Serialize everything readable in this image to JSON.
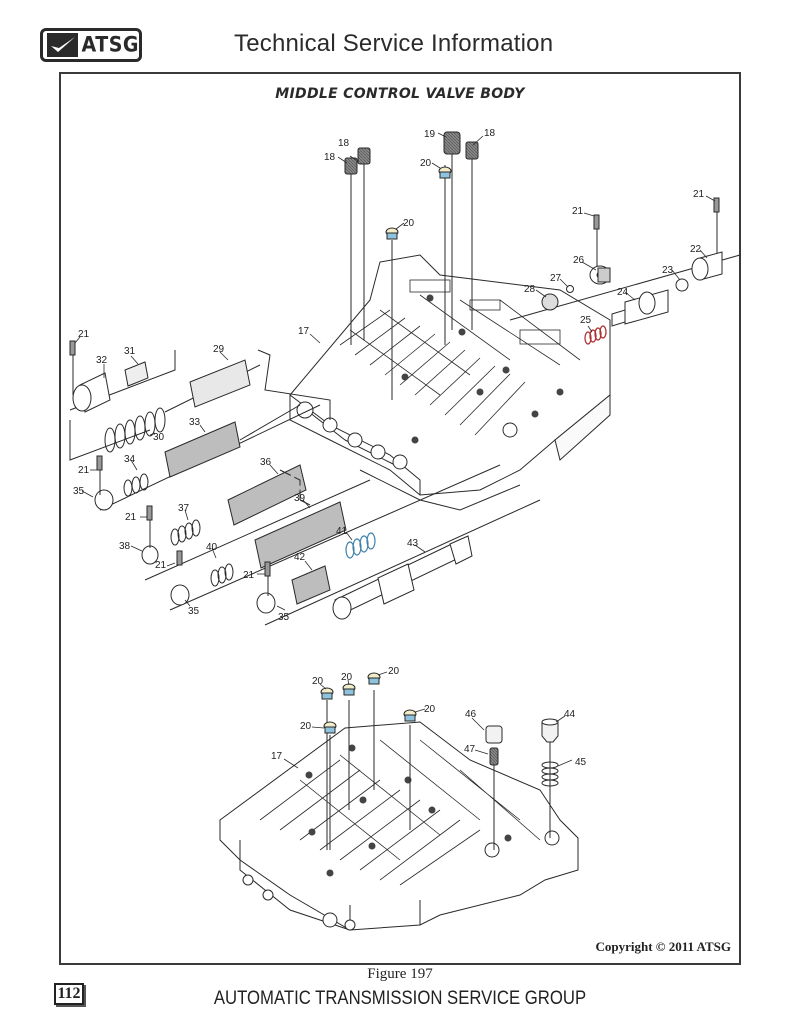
{
  "header": {
    "logo_text": "ATSG",
    "title": "Technical Service Information"
  },
  "diagram": {
    "title": "MIDDLE CONTROL VALVE BODY",
    "copyright": "Copyright © 2011 ATSG",
    "upper_assembly_callouts": [
      "17",
      "18",
      "18",
      "18",
      "19",
      "20",
      "20",
      "21",
      "21",
      "21",
      "21",
      "21",
      "21",
      "21",
      "22",
      "23",
      "24",
      "25",
      "26",
      "27",
      "28",
      "29",
      "30",
      "31",
      "32",
      "33",
      "34",
      "35",
      "35",
      "35",
      "36",
      "37",
      "38",
      "39",
      "40",
      "41",
      "42",
      "43"
    ],
    "lower_assembly_callouts": [
      "17",
      "20",
      "20",
      "20",
      "20",
      "20",
      "44",
      "45",
      "46",
      "47"
    ],
    "labels": {
      "n17": "17",
      "n18": "18",
      "n19": "19",
      "n20": "20",
      "n21": "21",
      "n22": "22",
      "n23": "23",
      "n24": "24",
      "n25": "25",
      "n26": "26",
      "n27": "27",
      "n28": "28",
      "n29": "29",
      "n30": "30",
      "n31": "31",
      "n32": "32",
      "n33": "33",
      "n34": "34",
      "n35": "35",
      "n36": "36",
      "n37": "37",
      "n38": "38",
      "n39": "39",
      "n40": "40",
      "n41": "41",
      "n42": "42",
      "n43": "43",
      "n44": "44",
      "n45": "45",
      "n46": "46",
      "n47": "47"
    },
    "colors": {
      "line": "#2a2a2a",
      "part_gray": "#bdbdbd",
      "plug_cream": "#f3ecc8",
      "plug_blue": "#8fc2dc",
      "spring_red": "#b03030",
      "spring_blue": "#3f7fa8"
    }
  },
  "figure_caption": "Figure 197",
  "footer": {
    "page_number": "112",
    "organization": "AUTOMATIC TRANSMISSION SERVICE GROUP"
  }
}
